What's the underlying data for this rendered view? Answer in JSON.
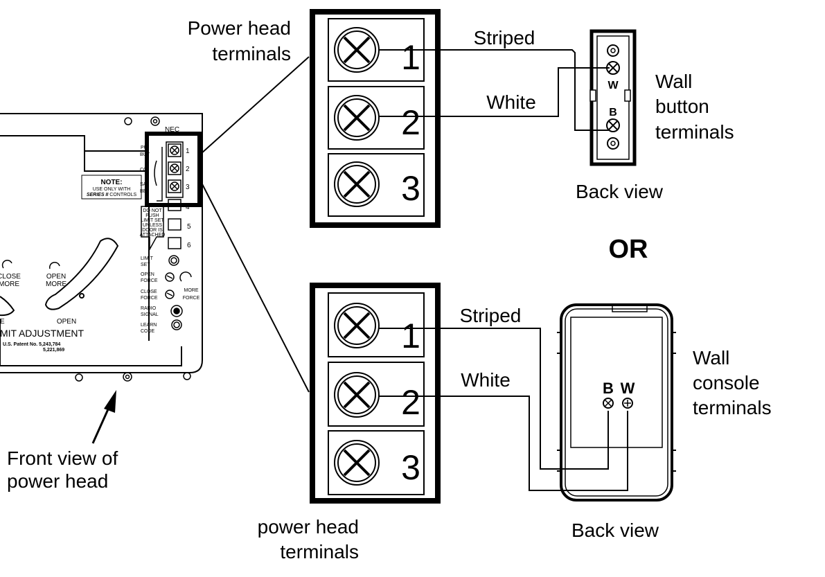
{
  "labels": {
    "power_head_terminals_top_line1": "Power head",
    "power_head_terminals_top_line2": "terminals",
    "power_head_terminals_bottom_line1": "power head",
    "power_head_terminals_bottom_line2": "terminals",
    "front_view_line1": "Front view of",
    "front_view_line2": "power head",
    "wall_button_line1": "Wall",
    "wall_button_line2": "button",
    "wall_button_line3": "terminals",
    "wall_console_line1": "Wall",
    "wall_console_line2": "console",
    "wall_console_line3": "terminals",
    "back_view_top": "Back view",
    "back_view_bottom": "Back view",
    "or": "OR"
  },
  "wires": {
    "top_wire1": "Striped",
    "top_wire2": "White",
    "bottom_wire1": "Striped",
    "bottom_wire2": "White"
  },
  "terminals": [
    "1",
    "2",
    "3"
  ],
  "wall_button": {
    "w_label": "W",
    "b_label": "B"
  },
  "wall_console": {
    "b_label": "B",
    "w_label": "W"
  },
  "power_head_panel": {
    "nec": "NEC",
    "small_terminals": [
      "1",
      "2",
      "3",
      "4",
      "5",
      "6"
    ],
    "side_labels": [
      "PU",
      "BUT",
      "CO",
      "SA",
      "BE"
    ],
    "note_title": "NOTE:",
    "note_line1": "USE ONLY WITH",
    "note_line2_em": "SERIES II",
    "note_line2": " CONTROLS",
    "warning": [
      "DO NOT",
      "PUSH",
      "LIMIT SET",
      "UNLESS",
      "DOOR IS",
      "ATTACHED"
    ],
    "control_labels": [
      "LIMIT",
      "SET",
      "OPEN",
      "FORCE",
      "CLOSE",
      "FORCE",
      "RADIO",
      "SIGNAL",
      "LEARN",
      "CODE"
    ],
    "more_force": [
      "MORE",
      "FORCE"
    ],
    "close_more": [
      "CLOSE",
      "MORE"
    ],
    "open_more": [
      "OPEN",
      "MORE"
    ],
    "open": "OPEN",
    "e": "E",
    "limit_adjustment": "MIT ADJUSTMENT",
    "patent_line1": "U.S. Patent No. 5,243,784",
    "patent_line2": "5,221,869"
  }
}
